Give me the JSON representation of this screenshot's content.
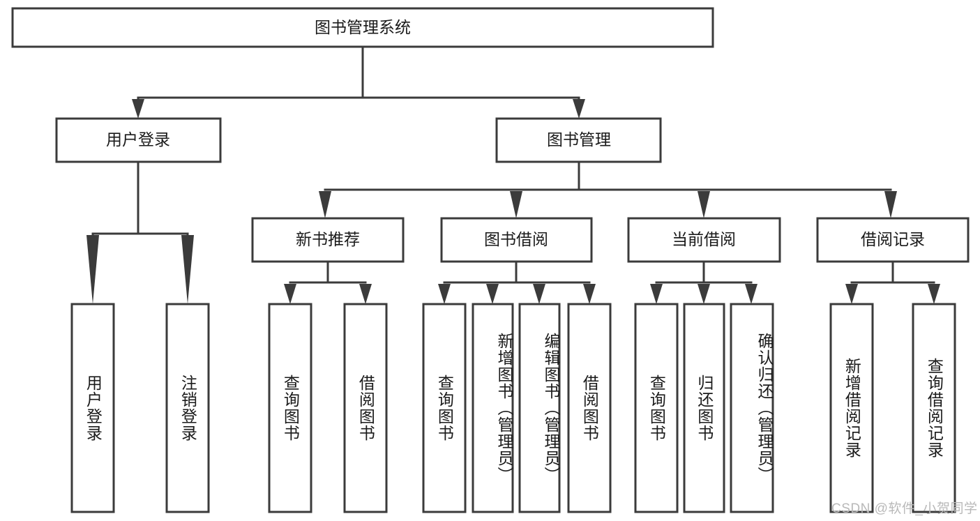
{
  "diagram": {
    "type": "tree-hierarchy-chart",
    "title": "图书管理系统",
    "watermark": "CSDN @软件_小贺同学",
    "colors": {
      "stroke": "#3b3b3b",
      "box_fill": "#ffffff",
      "text": "#1a1a1a",
      "watermark": "#b9b9b9",
      "background": "#ffffff"
    },
    "nodes": {
      "root": {
        "label": "图书管理系统"
      },
      "level2": [
        {
          "id": "user-login",
          "label": "用户登录"
        },
        {
          "id": "book-management",
          "label": "图书管理"
        }
      ],
      "level3": [
        {
          "id": "new-book-recommend",
          "label": "新书推荐"
        },
        {
          "id": "book-borrow",
          "label": "图书借阅"
        },
        {
          "id": "current-borrow",
          "label": "当前借阅"
        },
        {
          "id": "borrow-record",
          "label": "借阅记录"
        }
      ],
      "leaves": {
        "user_login": [
          {
            "id": "leaf-user-login",
            "label": "用户登录"
          },
          {
            "id": "leaf-logout-login",
            "label": "注销登录"
          }
        ],
        "new_book_recommend": [
          {
            "id": "leaf-query-book-1",
            "label": "查询图书"
          },
          {
            "id": "leaf-borrow-book-1",
            "label": "借阅图书"
          }
        ],
        "book_borrow": [
          {
            "id": "leaf-query-book-2",
            "label": "查询图书"
          },
          {
            "id": "leaf-add-book",
            "label": "新增图书（管理员）"
          },
          {
            "id": "leaf-edit-book",
            "label": "编辑图书（管理员）"
          },
          {
            "id": "leaf-borrow-book-2",
            "label": "借阅图书"
          }
        ],
        "current_borrow": [
          {
            "id": "leaf-query-book-3",
            "label": "查询图书"
          },
          {
            "id": "leaf-return-book",
            "label": "归还图书"
          },
          {
            "id": "leaf-confirm-return",
            "label": "确认归还（管理员）"
          }
        ],
        "borrow_record": [
          {
            "id": "leaf-add-record",
            "label": "新增借阅记录"
          },
          {
            "id": "leaf-query-record",
            "label": "查询借阅记录"
          }
        ]
      }
    }
  }
}
